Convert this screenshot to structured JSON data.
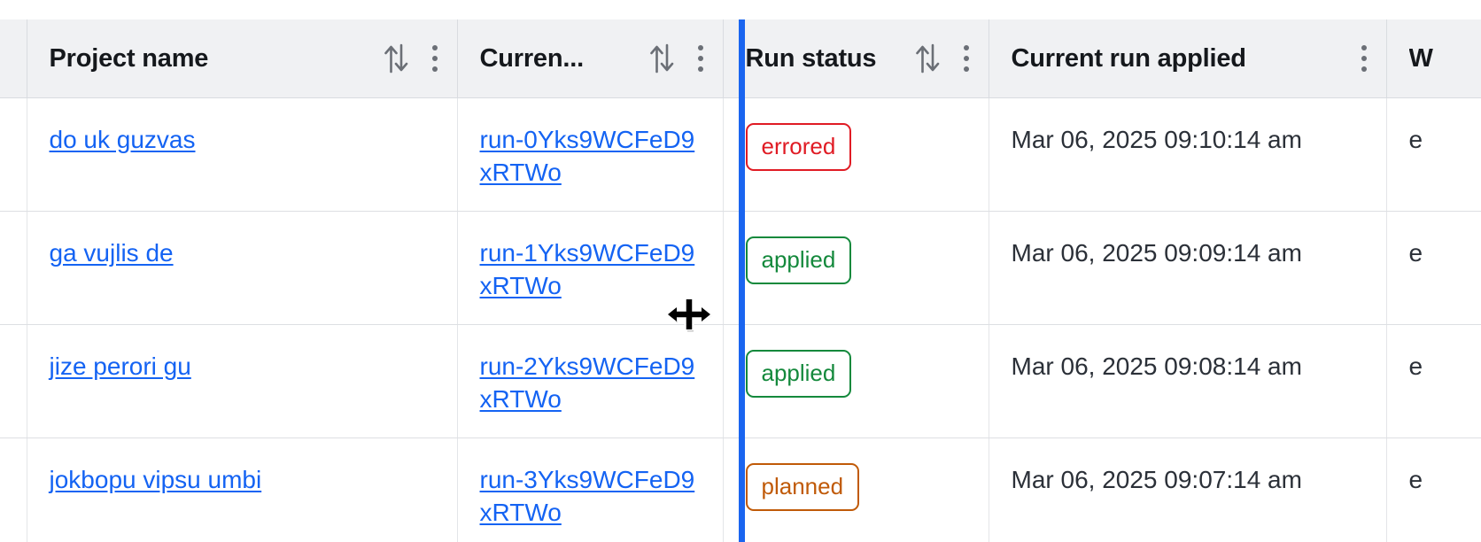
{
  "table": {
    "columns": [
      {
        "id": "select",
        "label": "",
        "has_sort": false,
        "has_menu": false
      },
      {
        "id": "name",
        "label": "Project name",
        "has_sort": true,
        "has_menu": true
      },
      {
        "id": "run",
        "label": "Curren...",
        "has_sort": true,
        "has_menu": true
      },
      {
        "id": "status",
        "label": "Run status",
        "has_sort": true,
        "has_menu": true
      },
      {
        "id": "applied",
        "label": "Current run applied",
        "has_sort": false,
        "has_menu": true
      },
      {
        "id": "clipped",
        "label": "W",
        "has_sort": false,
        "has_menu": false
      }
    ],
    "rows": [
      {
        "project_name": "do uk guzvas",
        "current_run": "run-0Yks9WCFeD9xRTWo",
        "run_status": "errored",
        "status_kind": "errored",
        "current_run_applied": "Mar 06, 2025 09:10:14 am",
        "clipped": "e"
      },
      {
        "project_name": "ga vujlis de",
        "current_run": "run-1Yks9WCFeD9xRTWo",
        "run_status": "applied",
        "status_kind": "applied",
        "current_run_applied": "Mar 06, 2025 09:09:14 am",
        "clipped": "e"
      },
      {
        "project_name": "jize perori gu",
        "current_run": "run-2Yks9WCFeD9xRTWo",
        "run_status": "applied",
        "status_kind": "applied",
        "current_run_applied": "Mar 06, 2025 09:08:14 am",
        "clipped": "e"
      },
      {
        "project_name": "jokbopu vipsu umbi",
        "current_run": "run-3Yks9WCFeD9xRTWo",
        "run_status": "planned",
        "status_kind": "planned",
        "current_run_applied": "Mar 06, 2025 09:07:14 am",
        "clipped": "e"
      }
    ]
  },
  "interaction": {
    "cursor": "column-resize-cursor",
    "resize_guide_visible": true
  },
  "colors": {
    "link": "#1463f3",
    "header_bg": "#f0f1f3",
    "border": "#d9dce0",
    "status_errored": "#e01b24",
    "status_applied": "#14893c",
    "status_planned": "#c05a08",
    "resize_guide": "#1a65f0"
  }
}
